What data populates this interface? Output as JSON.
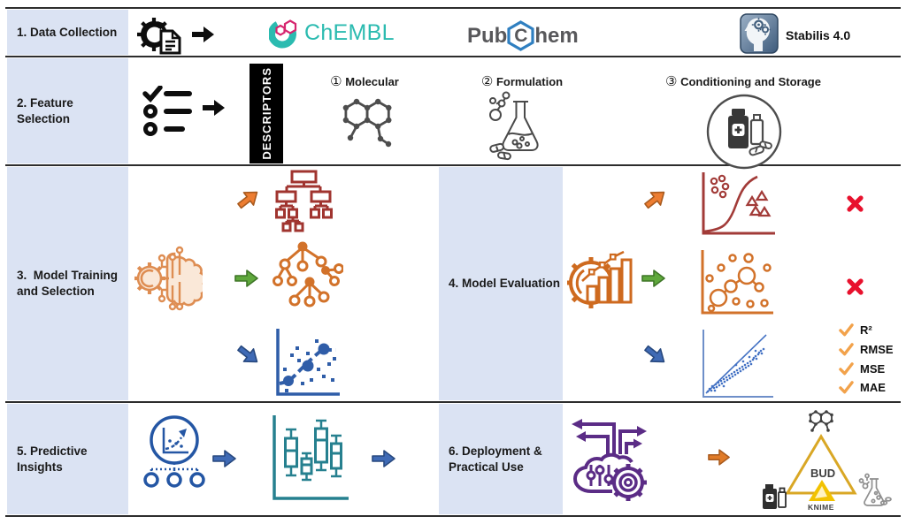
{
  "rows": {
    "r1": {
      "label": "1. Data Collection"
    },
    "r2": {
      "label": "2. Feature Selection"
    },
    "r3": {
      "label_line1": "3.  Model Training",
      "label_line2": "and Selection"
    },
    "r4": {
      "label": "4. Model Evaluation"
    },
    "r5": {
      "label": "5. Predictive Insights"
    },
    "r6": {
      "label_line1": "6. Deployment &",
      "label_line2": "Practical Use"
    }
  },
  "data_sources": {
    "chembl": "ChEMBL",
    "pubchem_pub": "Pub",
    "pubchem_c": "C",
    "pubchem_hem": "hem",
    "stabilis": "Stabilis 4.0"
  },
  "descriptors": {
    "banner": "DESCRIPTORS",
    "cat1_num": "①",
    "cat1_label": "Molecular",
    "cat2_num": "②",
    "cat2_label": "Formulation",
    "cat3_num": "③",
    "cat3_label": "Conditioning and Storage"
  },
  "metrics": [
    "R²",
    "RMSE",
    "MSE",
    "MAE"
  ],
  "deployment": {
    "bud_label": "BUD",
    "knime_label": "KNIME"
  },
  "palette": {
    "label_cell_blue": "#dbe3f3",
    "chembl_teal": "#2BBBB0",
    "chembl_pink": "#D6246E",
    "pubchem_blue": "#2F7FC0",
    "pubchem_gray": "#58585B",
    "arrow_orange": "#ED7D31",
    "arrow_green": "#5FA83C",
    "arrow_blue": "#3F6AB5",
    "tree_dark_red": "#A0342F",
    "forest_orange": "#D2722A",
    "chart_blue": "#2F5DA8",
    "regression_steel": "#4472C4",
    "boxplot_teal": "#26808F",
    "deploy_purple": "#5B2C86",
    "bud_gold": "#D9A725",
    "knime_yellow": "#F2C200",
    "cross_red": "#E8112D",
    "check_orange": "#F2A24B"
  }
}
